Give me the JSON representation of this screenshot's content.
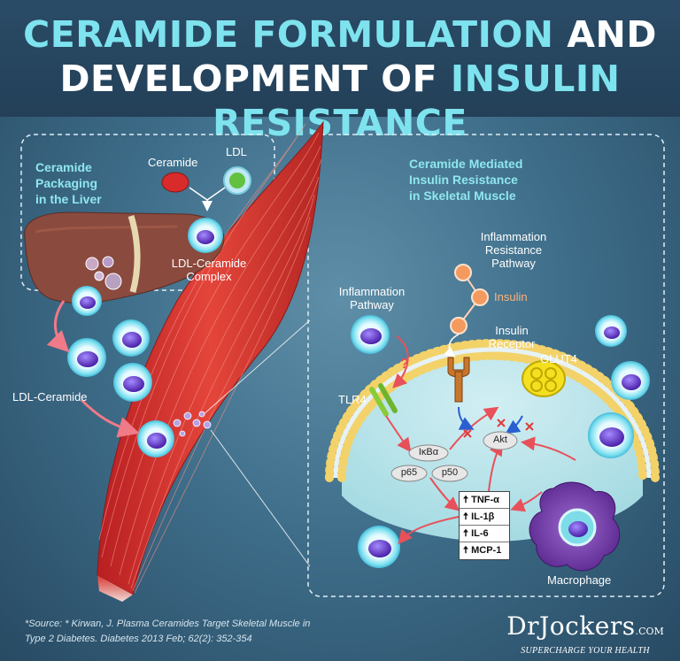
{
  "title": {
    "line1_part1": "CERAMIDE FORMULATION",
    "line1_part2": "AND",
    "line2_part1": "DEVELOPMENT OF",
    "line2_part2": "INSULIN RESISTANCE"
  },
  "liver_panel": {
    "heading_line1": "Ceramide",
    "heading_line2": "Packaging",
    "heading_line3": "in the Liver",
    "ceramide_label": "Ceramide",
    "ldl_label": "LDL",
    "complex_line1": "LDL-Ceramide",
    "complex_line2": "Complex"
  },
  "ldl_ceramide_label": "LDL-Ceramide",
  "muscle_panel": {
    "heading_line1": "Ceramide Mediated",
    "heading_line2": "Insulin Resistance",
    "heading_line3": "in Skeletal Muscle",
    "inflammation_resistance_line1": "Inflammation",
    "inflammation_resistance_line2": "Resistance",
    "inflammation_resistance_line3": "Pathway",
    "insulin": "Insulin",
    "inflammation_pathway_line1": "Inflammation",
    "inflammation_pathway_line2": "Pathway",
    "insulin_receptor_line1": "Insulin",
    "insulin_receptor_line2": "Receptor",
    "glut4": "GLUT4",
    "tlr4": "TLR4",
    "question_mark": "?",
    "ikba": "IκBα",
    "p65": "p65",
    "p50": "p50",
    "akt": "Akt",
    "cytokines": [
      "TNF-α",
      "IL-1β",
      "IL-6",
      "MCP-1"
    ],
    "up_arrow": "🠅",
    "macrophage": "Macrophage"
  },
  "source": {
    "line1": "*Source: * Kirwan, J. Plasma Ceramides Target Skeletal Muscle in",
    "line2": "Type 2 Diabetes. Diabetes 2013 Feb; 62(2): 352-354"
  },
  "brand": {
    "name": "DrJockers",
    "suffix": ".COM",
    "tagline": "SUPERCHARGE YOUR HEALTH"
  },
  "colors": {
    "title_cyan": "#7ee3ee",
    "label_cyan": "#8fe7ef",
    "muscle_red": "#d8362f",
    "liver_brown": "#8a4a3e",
    "arrow_red": "#e8505a",
    "insulin_orange": "#ffb27a"
  }
}
